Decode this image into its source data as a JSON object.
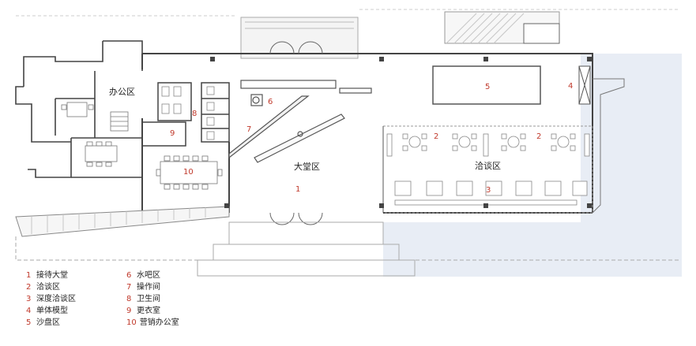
{
  "labels": {
    "office_area": "办公区",
    "lobby_area": "大堂区",
    "negotiation_area": "洽谈区"
  },
  "numbers": {
    "n1": "1",
    "n2": "2",
    "n3": "3",
    "n4": "4",
    "n5": "5",
    "n6": "6",
    "n7": "7",
    "n8": "8",
    "n9": "9",
    "n10": "10"
  },
  "legend": [
    {
      "num": "1",
      "text": "接待大堂"
    },
    {
      "num": "2",
      "text": "洽谈区"
    },
    {
      "num": "3",
      "text": "深度洽谈区"
    },
    {
      "num": "4",
      "text": "单体模型"
    },
    {
      "num": "5",
      "text": "沙盘区"
    },
    {
      "num": "6",
      "text": "水吧区"
    },
    {
      "num": "7",
      "text": "操作间"
    },
    {
      "num": "8",
      "text": "卫生间"
    },
    {
      "num": "9",
      "text": "更衣室"
    },
    {
      "num": "10",
      "text": "营销办公室"
    }
  ],
  "colors": {
    "wall": "#444444",
    "light_wall": "#9a9a9a",
    "water": "#e8edf5",
    "number": "#c0392b"
  }
}
